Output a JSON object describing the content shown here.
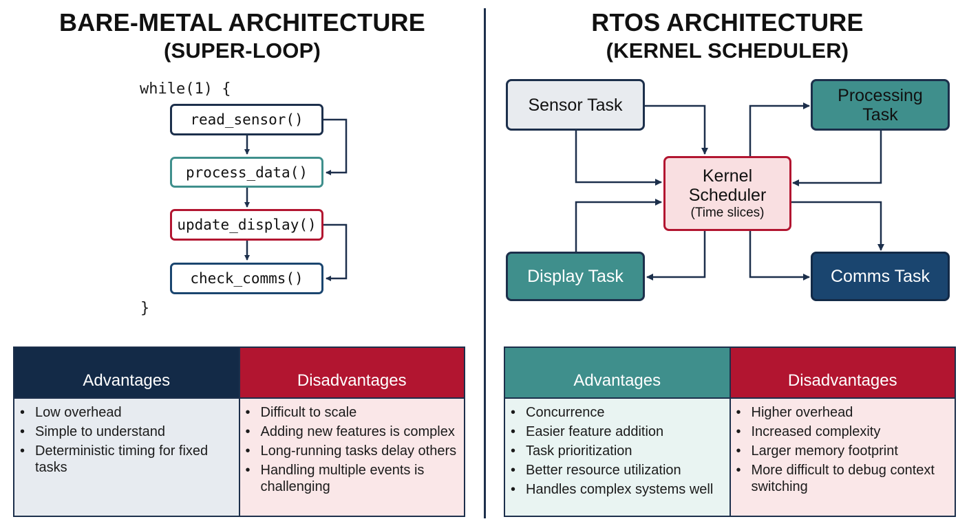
{
  "left": {
    "title_line1": "BARE-METAL ARCHITECTURE",
    "title_line2": "(SUPER-LOOP)",
    "loop_open": "while(1) {",
    "loop_close": "}",
    "functions": [
      "read_sensor()",
      "process_data()",
      "update_display()",
      "check_comms()"
    ],
    "pros_cons": {
      "advantages_heading": "Advantages",
      "disadvantages_heading": "Disadvantages",
      "advantages": [
        "Low overhead",
        "Simple to understand",
        "Deterministic timing for fixed tasks"
      ],
      "disadvantages": [
        "Difficult to scale",
        "Adding new features is complex",
        "Long-running tasks delay others",
        "Handling multiple events is challenging"
      ]
    }
  },
  "right": {
    "title_line1": "RTOS ARCHITECTURE",
    "title_line2": "(KERNEL SCHEDULER)",
    "tasks": {
      "sensor": "Sensor Task",
      "processing": "Processing Task",
      "display": "Display Task",
      "comms": "Comms Task"
    },
    "kernel_name": "Kernel Scheduler",
    "kernel_sub": "(Time slices)",
    "pros_cons": {
      "advantages_heading": "Advantages",
      "disadvantages_heading": "Disadvantages",
      "advantages": [
        "Concurrence",
        "Easier feature addition",
        "Task prioritization",
        "Better resource utilization",
        "Handles complex systems well"
      ],
      "disadvantages": [
        "Higher overhead",
        "Increased complexity",
        "Larger memory footprint",
        "More difficult to debug context switching"
      ]
    }
  },
  "colors": {
    "navy": "#132a47",
    "crimson": "#b21530",
    "teal": "#3f8f8c",
    "dark_blue": "#1a456f",
    "sensor_fill": "#e8ebef",
    "kernel_fill": "#f9dfe1",
    "process_fill": "#e3f1ef",
    "display_fill": "#f8dadd",
    "comms_fill": "#dde8f3",
    "adv_body_fill": "#e7ebf0",
    "dis_body_fill": "#fae7e8",
    "rtos_adv_body_fill": "#e9f4f2"
  }
}
